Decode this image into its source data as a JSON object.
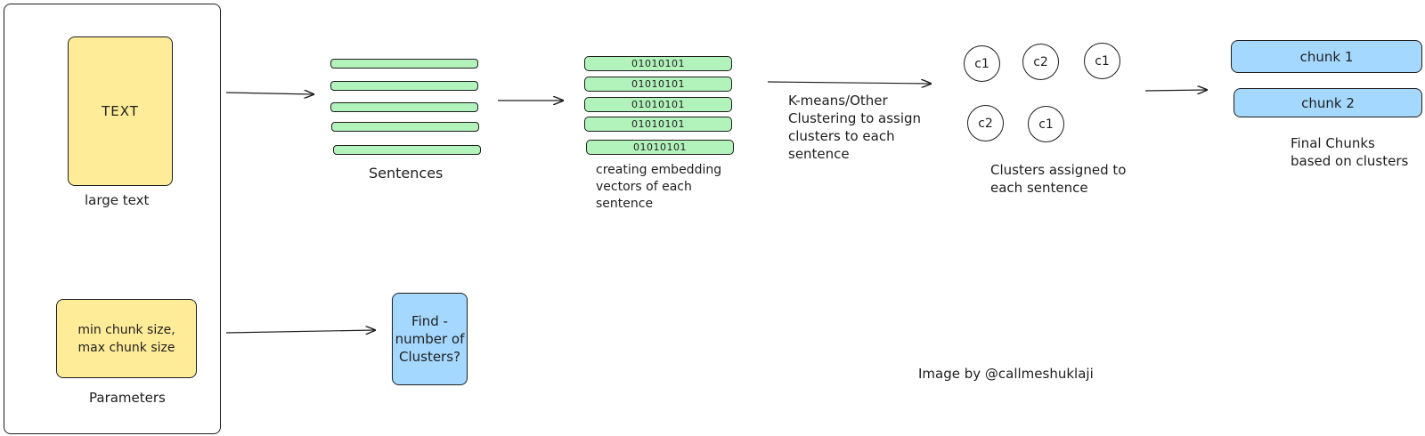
{
  "input_panel": {
    "text_card": "TEXT",
    "text_caption": "large text",
    "params_line1": "min chunk size,",
    "params_line2": "max chunk size",
    "params_caption": "Parameters"
  },
  "sentences": {
    "caption": "Sentences"
  },
  "embeddings": {
    "vectors": [
      "01010101",
      "01010101",
      "01010101",
      "01010101",
      "01010101"
    ],
    "caption_lines": [
      "creating embedding",
      "vectors of each",
      "sentence"
    ]
  },
  "clustering": {
    "label_lines": [
      "K-means/Other",
      "Clustering to assign",
      "clusters to each",
      "sentence"
    ],
    "circles": [
      "c1",
      "c2",
      "c1",
      "c2",
      "c1"
    ],
    "caption_lines": [
      "Clusters assigned to",
      "each sentence"
    ]
  },
  "chunks": {
    "items": [
      "chunk 1",
      "chunk 2"
    ],
    "caption_lines": [
      "Final Chunks",
      "based on clusters"
    ]
  },
  "find_clusters": {
    "lines": [
      "Find -",
      "number of",
      "Clusters?"
    ]
  },
  "credit": "Image by @callmeshuklaji"
}
